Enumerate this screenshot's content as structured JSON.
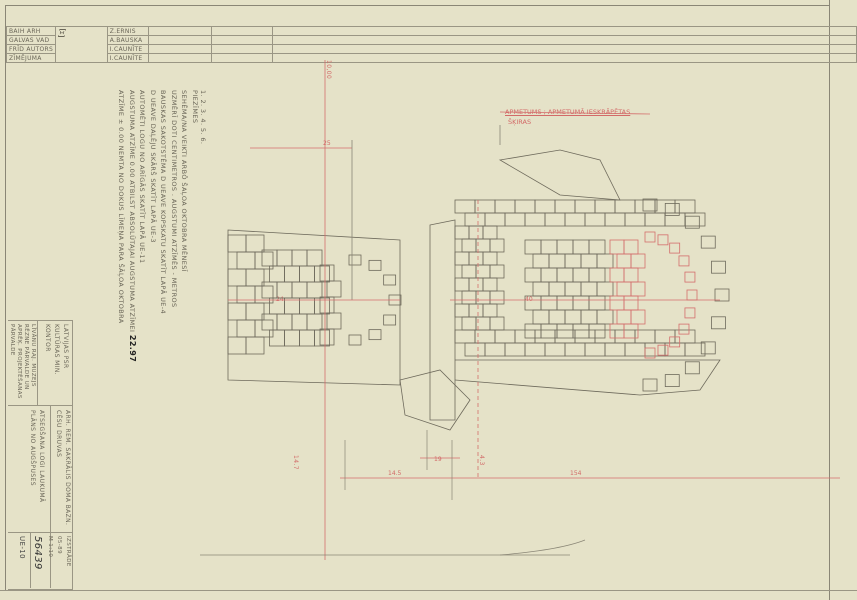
{
  "title_block": {
    "roles": [
      "BAIH ARH",
      "GALVAS VAD",
      "FRĪD AUTORS",
      "ZĪMĒJUMA"
    ],
    "names": [
      "Z.ERNIS",
      "A.BAUSKA",
      "I.CAUNĪTE",
      "I.CAUNĪTE"
    ]
  },
  "notes": {
    "heading": "PIEZĪMES",
    "numbers": "1. 2. 3. 4. 5. 6.",
    "lines": [
      "SEHĒMA/NA VEIKTI ARBŌ ŠAĻOA OKTOBRA MĒNESĪ",
      "UZMĒRĪ DOTI CENTIMETROS . AUGSTUMI ATZĪMĒS - METROS",
      "BAUSKAS SAKOTSTĒMA D UEAVE KOPSKATU SKATĪT LAPĀ UE-4",
      "D UEAVE DAĻĒJU SKĀRŠ SKATĪT LAPĀ UE-3",
      "AUTOMĒTI LOGU NO ARĪGĀS SKATĪT LAPĀ UE-11",
      "AUGSTUMA ATZĪME 0.00 ATBILST ABSOLŪTAJAI AUGSTUMA ATZĪMEI",
      "ATZĪME ± 0.00 NEMTA NO DOKUS LĪMEŅA PARA ŠĀĻOA OKTOBRA"
    ],
    "elevation_value": "22.97"
  },
  "annotations": {
    "red_label": "APMETUMS ; APMETUMĀ IESKRĀPĒTAS",
    "red_label_2": "ŠĶIRAS",
    "axis_label": "10,00",
    "dims": [
      "14.5",
      "19",
      "4.3",
      "154",
      "25",
      "24",
      "40",
      "14.7"
    ]
  },
  "bottom_block": {
    "org": [
      "LATVIJAS PSR",
      "KULTŪRAS MIN.",
      "KONTOR"
    ],
    "office": [
      "LĪVĀNU RAJ. MUZEJS",
      "RĒZNE PĀRVALDE UN",
      "APRĒĶ. PROJEKTĒŠANAS",
      "PĀRVALDE"
    ],
    "project": [
      "ARH. REM. SAKRĀLIS DOMA BAZN.",
      "CĒSU DRUVAS"
    ],
    "sheet_title": [
      "ATSEGŠANA LOGI LAUKUMĀ",
      "PLĀNS NO AUGŠPUSES"
    ],
    "stage": "IZSTRĀDE",
    "date": "05-89",
    "scale": "M 1:10",
    "archive_no": "56439",
    "sheet_no": "UE-10"
  }
}
